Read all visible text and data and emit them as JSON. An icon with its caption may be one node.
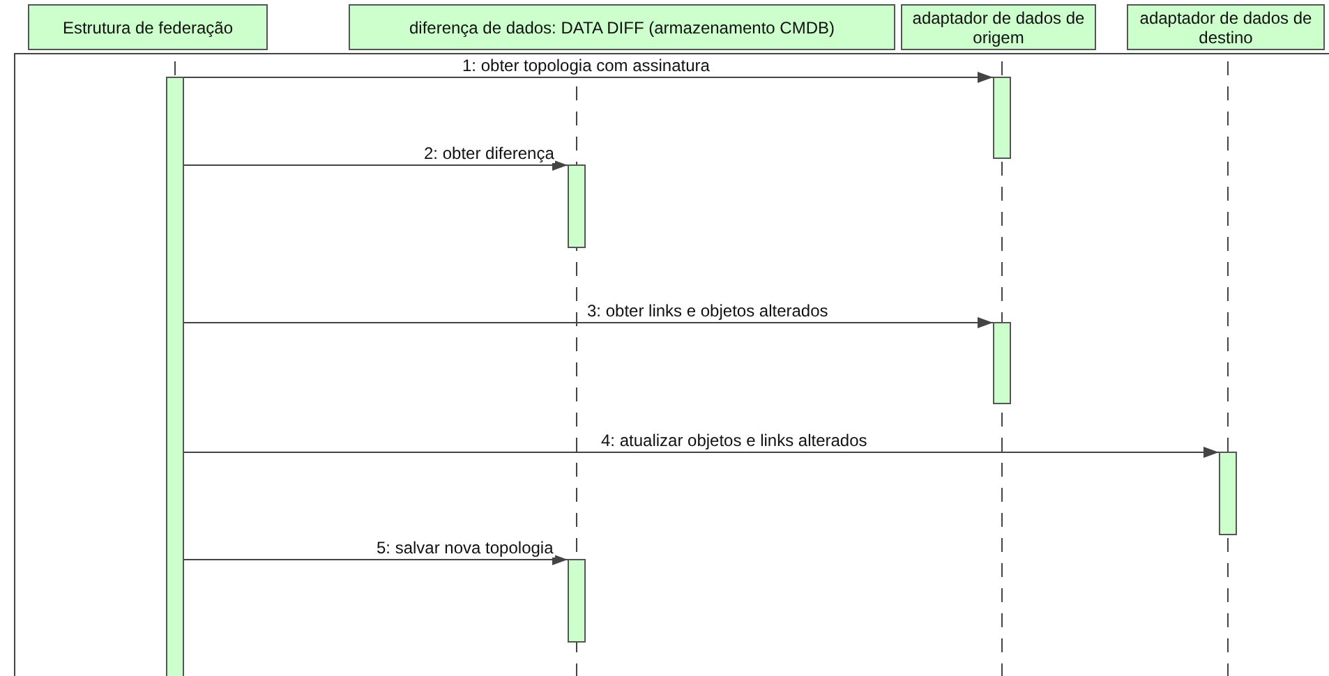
{
  "diagram": {
    "nodes": [
      {
        "text": [
          "Estrutura de federação"
        ]
      },
      {
        "text": [
          "diferença de dados: DATA DIFF (armazenamento CMDB)"
        ]
      },
      {
        "text": [
          "adaptador de dados de origem"
        ]
      },
      {
        "text": [
          "adaptador de dados de destino"
        ]
      },
      {
        "text": [],
        "shape": "bar"
      },
      {
        "text": [],
        "shape": "bar"
      },
      {
        "text": [],
        "shape": "bar"
      },
      {
        "text": [],
        "shape": "bar"
      },
      {
        "text": [],
        "shape": "bar"
      },
      {
        "text": [],
        "shape": "bar"
      }
    ],
    "edges": [
      {
        "from": 4,
        "to": 5,
        "arrow": "to",
        "label": "1: obter topologia com assinatura"
      },
      {
        "from": 4,
        "to": 6,
        "arrow": "to",
        "label": "2: obter diferença"
      },
      {
        "from": 4,
        "to": 7,
        "arrow": "to",
        "label": "3: obter links e objetos alterados"
      },
      {
        "from": 4,
        "to": 8,
        "arrow": "to",
        "label": "4: atualizar objetos e links alterados"
      },
      {
        "from": 4,
        "to": 9,
        "arrow": "to",
        "label": "5: salvar nova topologia"
      }
    ]
  }
}
